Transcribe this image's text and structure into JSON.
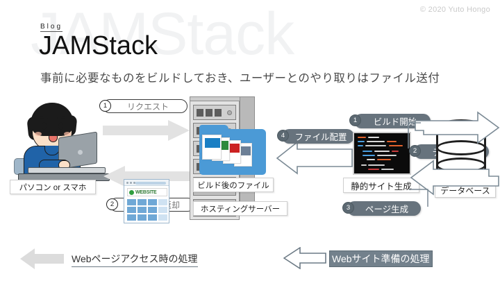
{
  "header": {
    "watermark": "JAMStack",
    "blog_label": "Blog",
    "title": "JAMStack",
    "subtitle": "事前に必要なものをビルドしておき、ユーザーとのやり取りはファイル送付",
    "copyright": "© 2020 Yuto Hongo"
  },
  "colors": {
    "badge_dark": "#67737d",
    "arrow_solid": "#e2e2e2",
    "folder_blue": "#4b9ad6",
    "shirt_blue": "#2063a8",
    "website_green": "#2f7a34",
    "legend_highlight": "#73818c"
  },
  "client": {
    "label": "パソコン or スマホ",
    "icon": "person-with-laptop-icon"
  },
  "server": {
    "files_label": "ビルド後のファイル",
    "hosting_label": "ホスティングサーバー",
    "icon": "server-rack-icon",
    "folder_icon": "folder-with-files-icon"
  },
  "website_thumbnail": {
    "logo_text": "WEBSITE",
    "icon": "browser-window-icon"
  },
  "build": {
    "static_site_label": "静的サイト生成",
    "database_label": "データベース",
    "terminal_icon": "code-terminal-icon",
    "database_icon": "database-cylinder-icon"
  },
  "steps_access": [
    {
      "num": "1",
      "label": "リクエスト"
    },
    {
      "num": "2",
      "label": "ファイル返却"
    }
  ],
  "steps_build": [
    {
      "num": "1",
      "label": "ビルド開始"
    },
    {
      "num": "2",
      "label": "データ取得"
    },
    {
      "num": "3",
      "label": "ページ生成"
    },
    {
      "num": "4",
      "label": "ファイル配置"
    }
  ],
  "legend": {
    "access": "Webページアクセス時の処理",
    "prepare": "Webサイト準備の処理"
  }
}
